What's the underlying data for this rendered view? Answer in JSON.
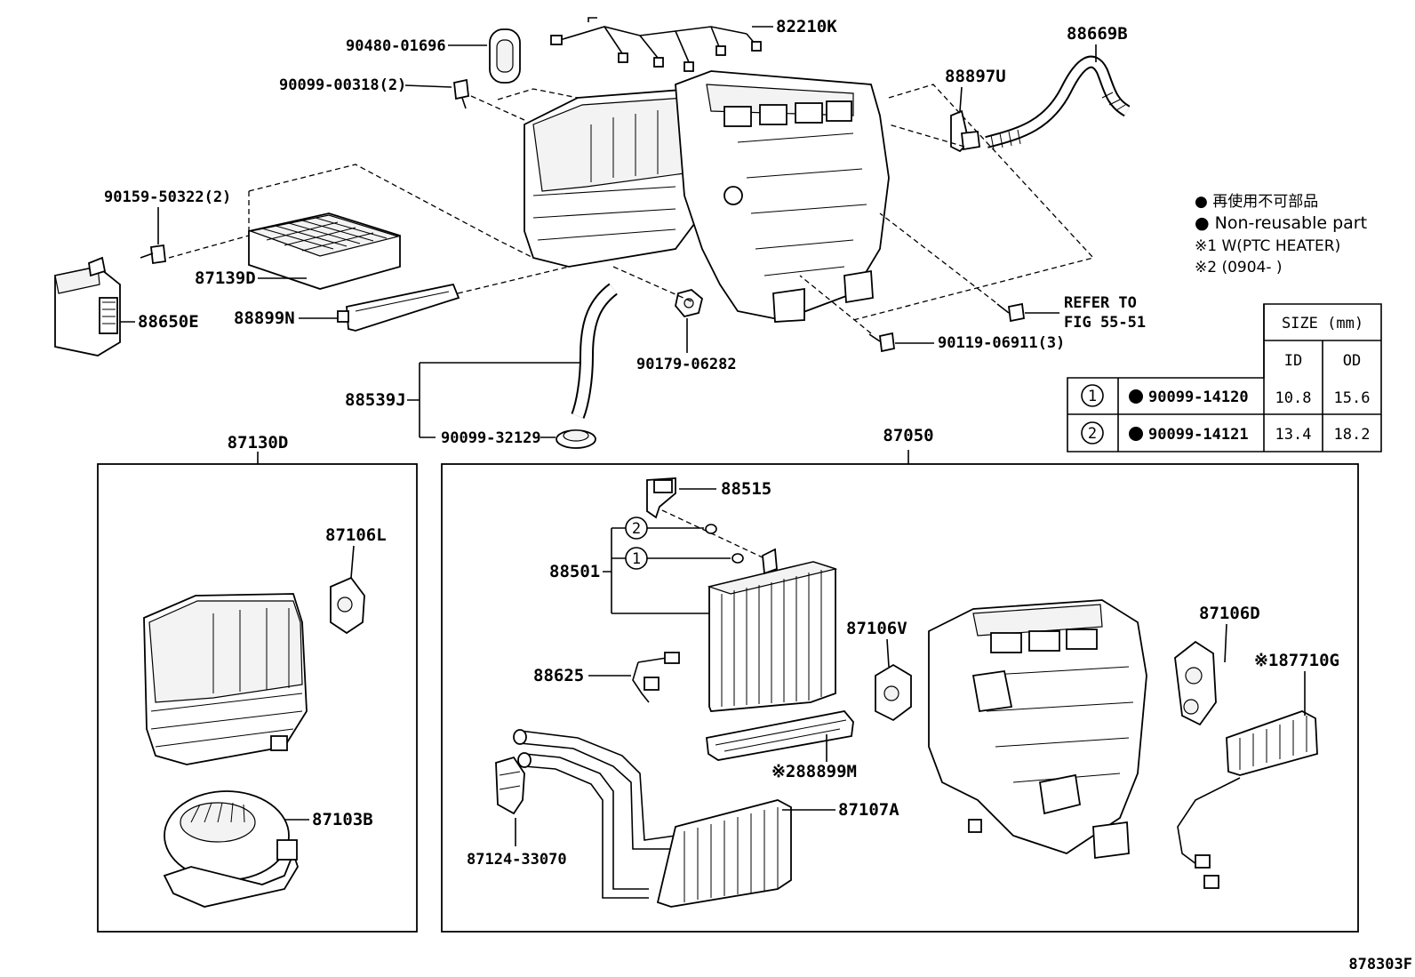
{
  "legend": {
    "jp": "● 再使用不可部品",
    "en": "● Non-reusable part",
    "note1": "※1 W(PTC HEATER)",
    "note2": "※2 (0904-    )"
  },
  "size_table": {
    "title": "SIZE (mm)",
    "col_id": "ID",
    "col_od": "OD",
    "rows": [
      {
        "mark": "1",
        "part": "90099-14120",
        "id": "10.8",
        "od": "15.6"
      },
      {
        "mark": "2",
        "part": "90099-14121",
        "id": "13.4",
        "od": "18.2"
      }
    ]
  },
  "labels": {
    "p90480": "90480-01696",
    "p82210": "82210K",
    "p88669": "88669B",
    "p90099_318": "90099-00318(2)",
    "p88897": "88897U",
    "p90159": "90159-50322(2)",
    "p87139": "87139D",
    "p88650": "88650E",
    "p88899n": "88899N",
    "refer1": "REFER TO",
    "refer2": "FIG 55-51",
    "p90179": "90179-06282",
    "p90119": "90119-06911(3)",
    "p88539": "88539J",
    "p90099_32129": "90099-32129",
    "p87130": "87130D",
    "p87050": "87050",
    "p87106l": "87106L",
    "p87103": "87103B",
    "p88515": "88515",
    "p88501": "88501",
    "mark2": "2",
    "mark1": "1",
    "p87106v": "87106V",
    "p87106d": "87106D",
    "p87710": "※187710G",
    "p88625": "88625",
    "p88899m": "※288899M",
    "p87107": "87107A",
    "p87124": "87124-33070",
    "figno": "878303F"
  }
}
